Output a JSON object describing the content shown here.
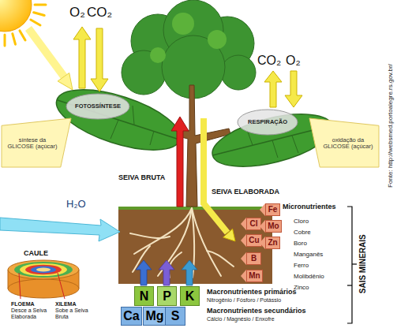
{
  "diagram": {
    "nodes": [
      {
        "text": [
          "FOTOSSÍNTESE"
        ]
      },
      {
        "text": [
          "síntese da GLICOSE (açúcar)"
        ]
      },
      {
        "text": [
          "RESPIRAÇÃO"
        ]
      },
      {
        "text": [
          "oxidação da GLICOSE (açúcar)"
        ]
      },
      {
        "text": [
          "Fe"
        ]
      },
      {
        "text": [
          "Cl"
        ]
      },
      {
        "text": [
          "Mo"
        ]
      },
      {
        "text": [
          "Cu"
        ]
      },
      {
        "text": [
          "Zn"
        ]
      },
      {
        "text": [
          "B"
        ]
      },
      {
        "text": [
          "Mn"
        ]
      },
      {
        "text": [
          "N"
        ]
      },
      {
        "text": [
          "P"
        ]
      },
      {
        "text": [
          "K"
        ]
      },
      {
        "text": [
          "Ca"
        ]
      },
      {
        "text": [
          "Mg"
        ]
      },
      {
        "text": [
          "S"
        ]
      }
    ],
    "labels": [
      "O₂",
      "CO₂",
      "CO₂",
      "O₂",
      "SEIVA BRUTA",
      "SEIVA ELABORADA",
      "H₂O",
      "CAULE",
      "FLOEMA",
      "Desce a Seiva Elaborada",
      "XILEMA",
      "Sobe a Seiva Bruta",
      "Micronutrientes",
      "Cloro",
      "Cobre",
      "Boro",
      "Manganês",
      "Ferro",
      "Molibdênio",
      "Zinco",
      "SAIS MINERAIS",
      "Macronutrientes primários",
      "Nitrogênio / Fósforo / Potássio",
      "Macronutrientes secundários",
      "Cálcio / Magnésio / Enxofre",
      "Fonte: http://websmed.portoalegre.rs.gov.br/"
    ]
  }
}
